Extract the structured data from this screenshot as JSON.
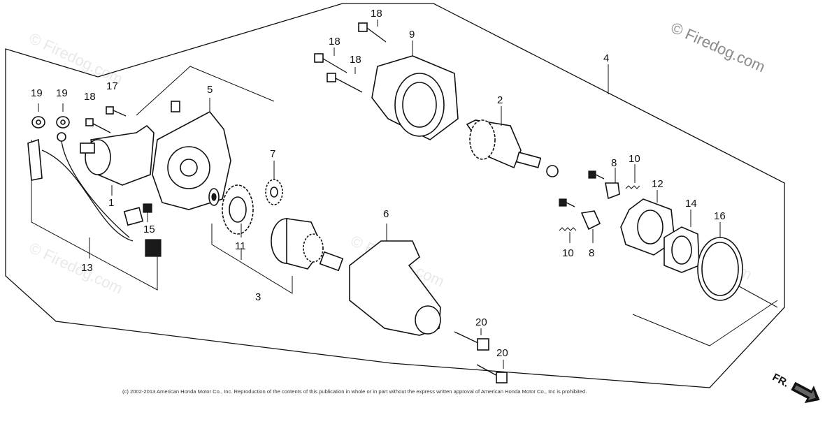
{
  "watermark": "© Firedog.com",
  "watermark_faint": "© Firedog.com",
  "copyright": "(c) 2002-2013 American Honda Motor Co., Inc. Reproduction of the contents of this publication in whole or in part without the express written approval of American Honda Motor Co., Inc is prohibited.",
  "direction_label": "FR.",
  "parts": {
    "p1": "1",
    "p2": "2",
    "p3": "3",
    "p4": "4",
    "p5": "5",
    "p6": "6",
    "p7": "7",
    "p8a": "8",
    "p8b": "8",
    "p9": "9",
    "p10a": "10",
    "p10b": "10",
    "p11": "11",
    "p12": "12",
    "p13": "13",
    "p14": "14",
    "p15": "15",
    "p16": "16",
    "p17": "17",
    "p18a": "18",
    "p18b": "18",
    "p18c": "18",
    "p18d": "18",
    "p19a": "19",
    "p19b": "19",
    "p20a": "20",
    "p20b": "20"
  }
}
